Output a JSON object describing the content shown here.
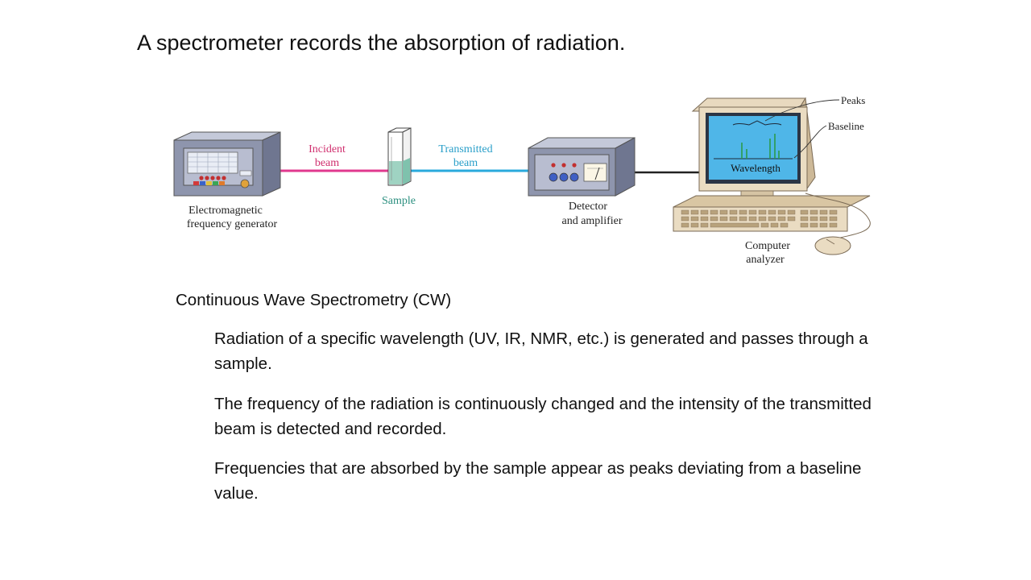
{
  "title": "A spectrometer records the absorption of radiation.",
  "diagram": {
    "generator_label_line1": "Electromagnetic",
    "generator_label_line2": "frequency generator",
    "incident_label_line1": "Incident",
    "incident_label_line2": "beam",
    "sample_label": "Sample",
    "transmitted_label_line1": "Transmitted",
    "transmitted_label_line2": "beam",
    "detector_label_line1": "Detector",
    "detector_label_line2": "and amplifier",
    "computer_label_line1": "Computer",
    "computer_label_line2": "analyzer",
    "peaks_label": "Peaks",
    "baseline_label": "Baseline",
    "screen_axis_label": "Wavelength",
    "colors": {
      "incident_beam": "#e0388e",
      "transmitted_beam": "#29a9dc",
      "callout_text": "#d0306f",
      "transmitted_text": "#2a9fc9",
      "sample_text": "#2b8f7f",
      "device_body": "#8e95ad",
      "screen": "#4fb6e8",
      "spectrum_peaks": "#2b9a4a"
    }
  },
  "section": {
    "heading": "Continuous Wave Spectrometry (CW)",
    "paragraphs": [
      "Radiation of a specific wavelength (UV, IR, NMR, etc.) is generated and passes through a sample.",
      "The frequency of the radiation is continuously changed and the intensity of the transmitted beam is detected and recorded.",
      "Frequencies that are absorbed by the sample appear as peaks deviating from a baseline value."
    ]
  }
}
